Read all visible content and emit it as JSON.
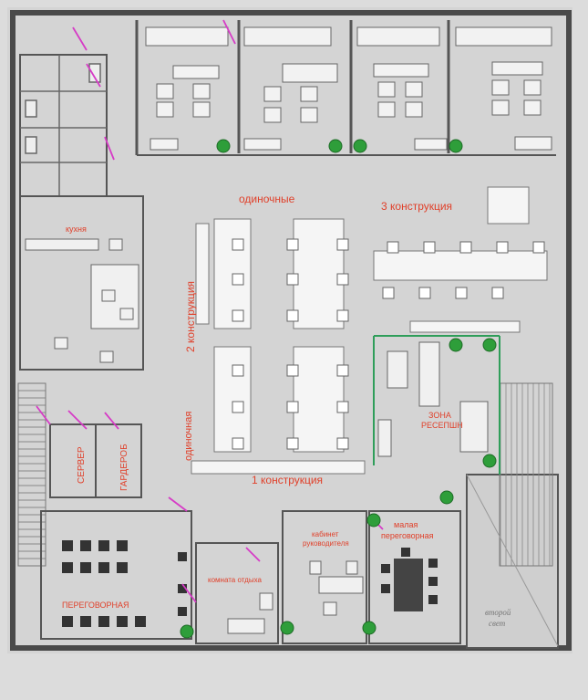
{
  "plan": {
    "labels": {
      "singles_top": "одиночные",
      "construction_3": "3 конструкция",
      "kitchen": "кухня",
      "construction_2": "2 конструкция",
      "single_vertical": "одиночная",
      "construction_1": "1 конструкция",
      "reception_line1": "ЗОНА",
      "reception_line2": "РЕСЕПШН",
      "server": "СЕРВЕР",
      "wardrobe": "ГАРДЕРОБ",
      "meeting_room": "ПЕРЕГОВОРНАЯ",
      "rest_room": "комната отдыха",
      "director_line1": "кабинет",
      "director_line2": "руководителя",
      "small_meeting_line1": "малая",
      "small_meeting_line2": "переговорная",
      "second_light_line1": "второй",
      "second_light_line2": "свет"
    },
    "colors": {
      "wall": "#4a4a4a",
      "label": "#e0402a",
      "plant": "#2e9e3a",
      "door": "#d63bc6",
      "accent_wall": "#2f9e5a"
    }
  }
}
